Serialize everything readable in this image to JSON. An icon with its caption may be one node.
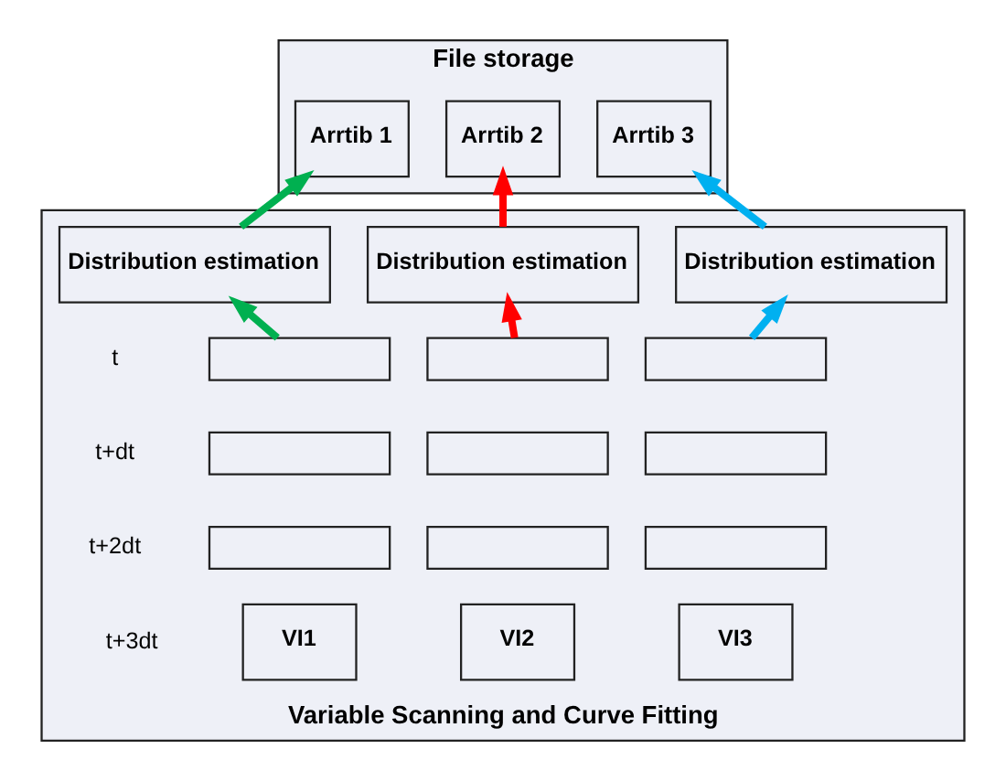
{
  "diagram": {
    "nodes": [
      {
        "text": [
          "File storage"
        ]
      },
      {
        "text": [
          "Arrtib 1"
        ],
        "in": 0
      },
      {
        "text": [
          "Arrtib 2"
        ],
        "in": 0
      },
      {
        "text": [
          "Arrtib 3"
        ],
        "in": 0
      },
      {
        "text": [
          "Variable Scanning and Curve Fitting"
        ]
      },
      {
        "text": [
          "Distribution estimation"
        ],
        "in": 4
      },
      {
        "text": [
          "Distribution estimation"
        ],
        "in": 4
      },
      {
        "text": [
          "Distribution estimation"
        ],
        "in": 4
      },
      {
        "text": [],
        "shape": "box",
        "in": 4
      },
      {
        "text": [],
        "shape": "box",
        "in": 4
      },
      {
        "text": [],
        "shape": "box",
        "in": 4
      },
      {
        "text": [],
        "shape": "box",
        "in": 4
      },
      {
        "text": [],
        "shape": "box",
        "in": 4
      },
      {
        "text": [],
        "shape": "box",
        "in": 4
      },
      {
        "text": [],
        "shape": "box",
        "in": 4
      },
      {
        "text": [],
        "shape": "box",
        "in": 4
      },
      {
        "text": [],
        "shape": "box",
        "in": 4
      },
      {
        "text": [
          "VI1"
        ],
        "in": 4
      },
      {
        "text": [
          "VI2"
        ],
        "in": 4
      },
      {
        "text": [
          "VI3"
        ],
        "in": 4
      }
    ],
    "edges": [
      {
        "from": 5,
        "to": 1,
        "arrow": "to",
        "color": "#00b050"
      },
      {
        "from": 6,
        "to": 2,
        "arrow": "to",
        "color": "#ff0000"
      },
      {
        "from": 7,
        "to": 3,
        "arrow": "to",
        "color": "#00b0f0"
      },
      {
        "from": 8,
        "to": 5,
        "arrow": "to",
        "color": "#00b050"
      },
      {
        "from": 9,
        "to": 6,
        "arrow": "to",
        "color": "#ff0000"
      },
      {
        "from": 10,
        "to": 7,
        "arrow": "to",
        "color": "#00b0f0"
      }
    ],
    "labels": [
      "t",
      "t+dt",
      "t+2dt",
      "t+3dt"
    ]
  }
}
